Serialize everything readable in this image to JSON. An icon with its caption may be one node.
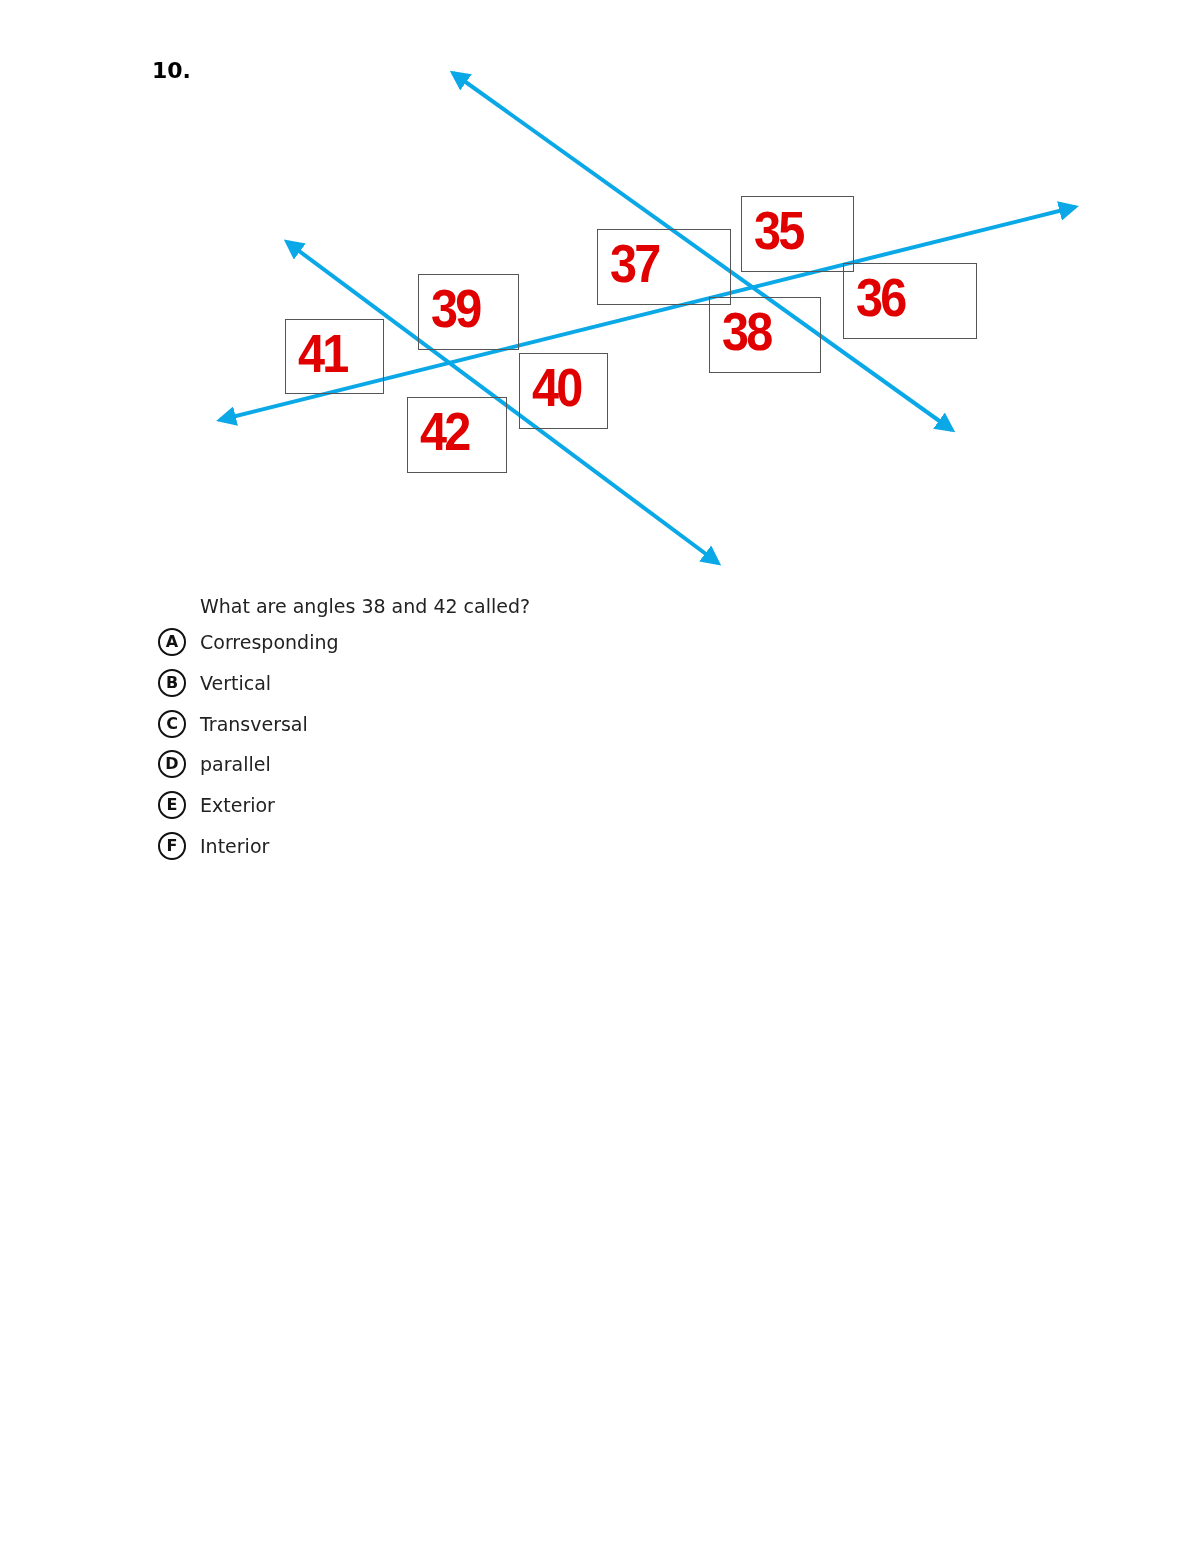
{
  "diagram": {
    "title": "10.",
    "nodes": [
      {
        "text": [
          "35"
        ]
      },
      {
        "text": [
          "37"
        ]
      },
      {
        "text": [
          "36"
        ]
      },
      {
        "text": [
          "39"
        ]
      },
      {
        "text": [
          "38"
        ]
      },
      {
        "text": [
          "41"
        ]
      },
      {
        "text": [
          "40"
        ]
      },
      {
        "text": [
          "42"
        ]
      }
    ],
    "labels": [
      "What are angles 38 and 42 called?",
      "A",
      "Corresponding",
      "B",
      "Vertical",
      "C",
      "Transversal",
      "D",
      "parallel",
      "E",
      "Exterior",
      "F",
      "Interior"
    ]
  }
}
